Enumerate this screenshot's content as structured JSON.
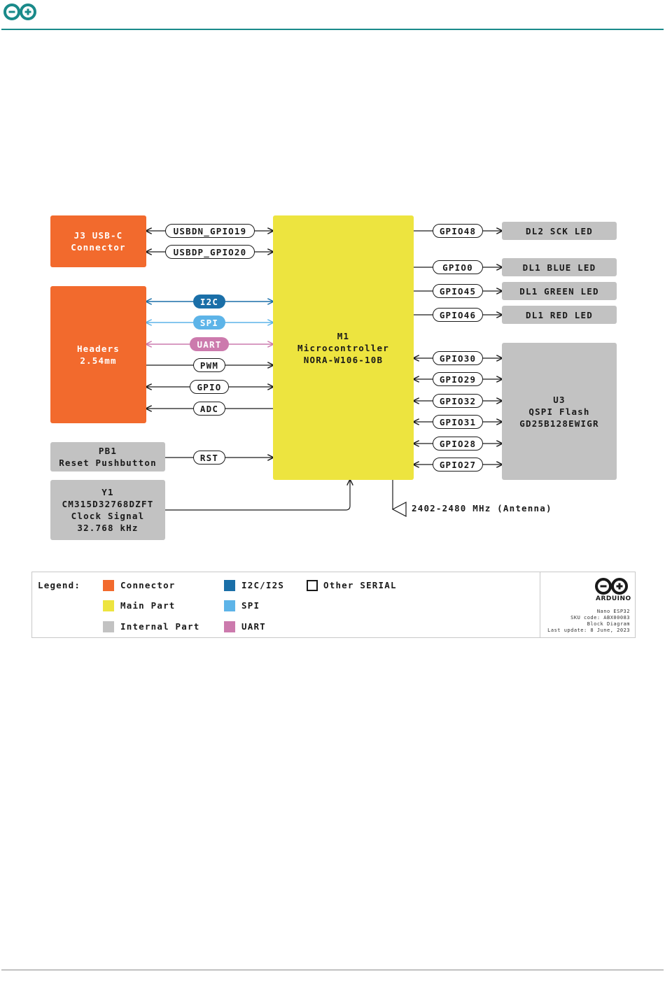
{
  "header": {
    "logo_icon": "arduino-infinity-icon"
  },
  "colors": {
    "connector": "#f26a2d",
    "main": "#ede43f",
    "internal": "#c2c2c2",
    "i2c": "#1a6fa8",
    "spi": "#5db4e8",
    "uart": "#cc7aad",
    "teal": "#1a8a8a"
  },
  "blocks": {
    "usb": "J3 USB-C\nConnector",
    "headers": "Headers\n2.54mm",
    "pb1": "PB1\nReset Pushbutton",
    "y1": "Y1\nCM315D32768DZFT\nClock Signal\n32.768 kHz",
    "mcu": "M1\nMicrocontroller\nNORA-W106-10B",
    "dl2sck": "DL2 SCK LED",
    "dl1blue": "DL1 BLUE LED",
    "dl1green": "DL1 GREEN LED",
    "dl1red": "DL1 RED LED",
    "qspi": "U3\nQSPI Flash\nGD25B128EWIGR"
  },
  "signals": {
    "usbdn": "USBDN_GPIO19",
    "usbdp": "USBDP_GPIO20",
    "i2c": "I2C",
    "spi": "SPI",
    "uart": "UART",
    "pwm": "PWM",
    "gpio": "GPIO",
    "adc": "ADC",
    "rst": "RST",
    "gpio48": "GPIO48",
    "gpio0": "GPIO0",
    "gpio45": "GPIO45",
    "gpio46": "GPIO46",
    "gpio30": "GPIO30",
    "gpio29": "GPIO29",
    "gpio32": "GPIO32",
    "gpio31": "GPIO31",
    "gpio28": "GPIO28",
    "gpio27": "GPIO27"
  },
  "antenna": {
    "label": "2402-2480 MHz (Antenna)",
    "icon": "antenna-icon"
  },
  "legend": {
    "title": "Legend:",
    "connector": "Connector",
    "main": "Main Part",
    "internal": "Internal Part",
    "i2c": "I2C/I2S",
    "spi": "SPI",
    "uart": "UART",
    "other": "Other SERIAL"
  },
  "brand": {
    "name": "ARDUINO",
    "product": "Nano ESP32",
    "sku": "SKU code: ABX00083",
    "doc": "Block Diagram",
    "updated": "Last update: 8 June, 2023"
  }
}
